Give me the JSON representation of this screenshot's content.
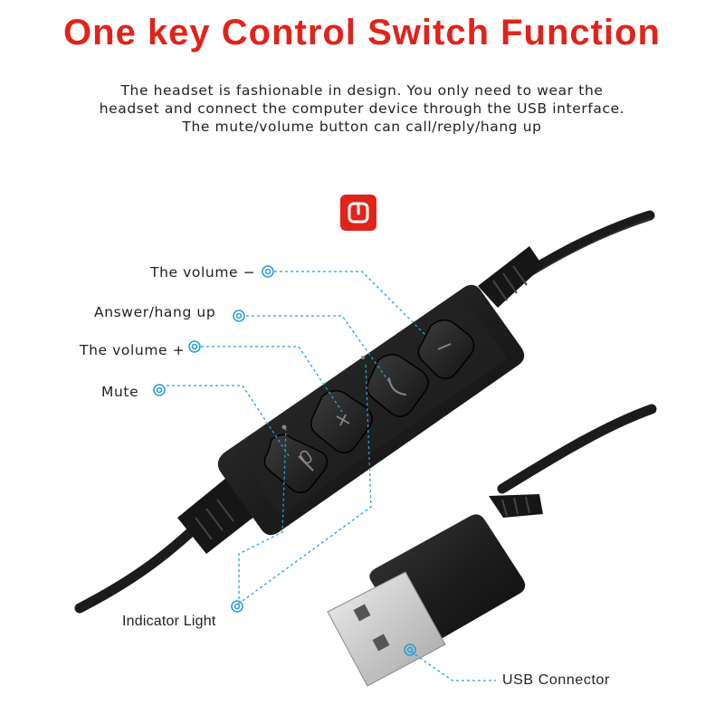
{
  "header": {
    "title": "One key Control Switch Function",
    "description": [
      "The headset is fashionable in design.  You only need to wear the",
      "headset and connect the computer device through the USB interface.",
      "The mute/volume button can call/reply/hang up"
    ]
  },
  "labels": {
    "volume_minus": "The volume −",
    "answer_hang_up": "Answer/hang up",
    "volume_plus": "The volume +",
    "mute": "Mute",
    "indicator_light": "Indicator Light",
    "usb_connector": "USB Connector"
  },
  "colors": {
    "title_red": "#e0241b",
    "callout_blue": "#2a9fd6",
    "device_black": "#1b1b1b"
  },
  "icons": {
    "badge": "power-icon",
    "buttons": [
      "volume-minus-icon",
      "phone-icon",
      "volume-plus-icon",
      "mute-icon"
    ]
  }
}
